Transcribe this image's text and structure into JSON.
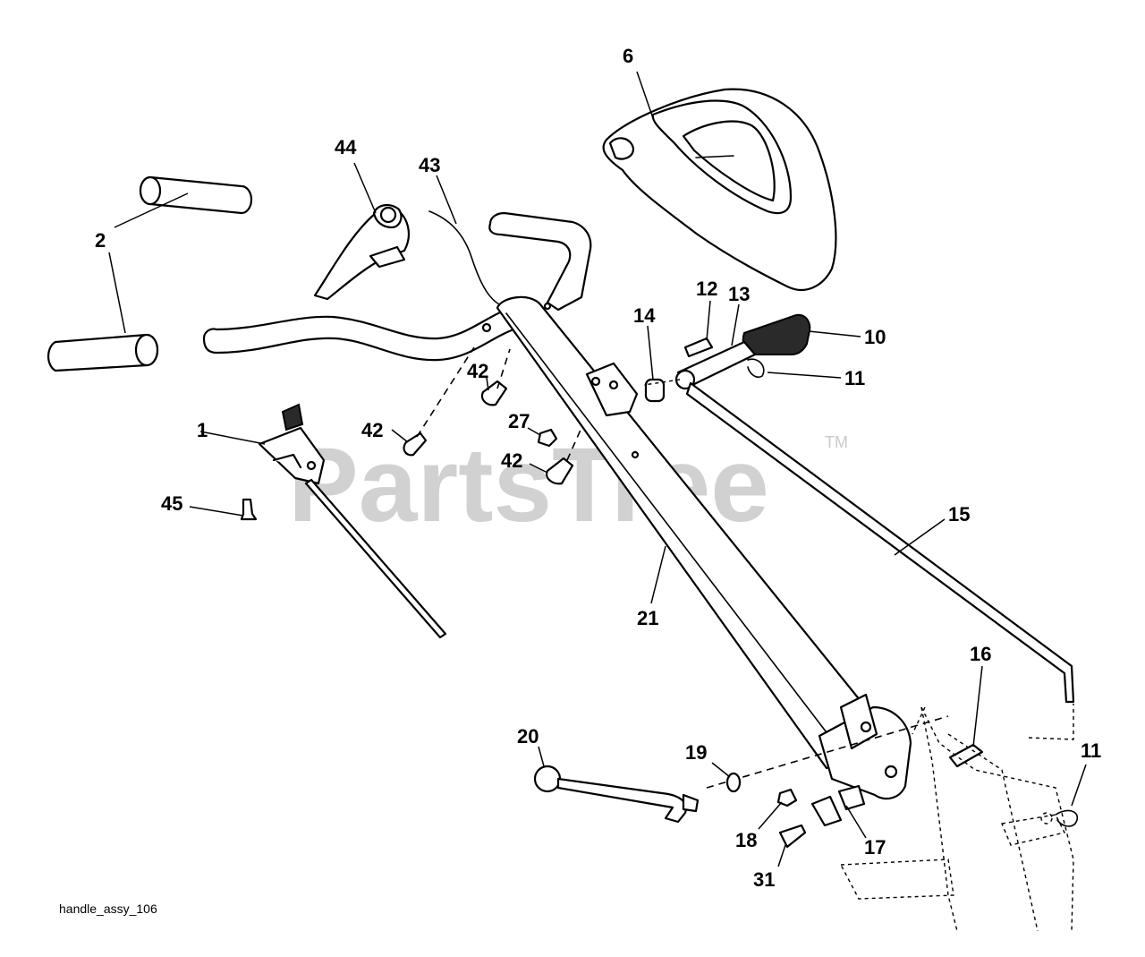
{
  "watermark": {
    "text": "PartsTree",
    "mark": "TM"
  },
  "figure_id": "handle_assy_106",
  "callouts": {
    "c1": "1",
    "c2": "2",
    "c6": "6",
    "c10": "10",
    "c11a": "11",
    "c11b": "11",
    "c12": "12",
    "c13": "13",
    "c14": "14",
    "c15": "15",
    "c16": "16",
    "c17": "17",
    "c18": "18",
    "c19": "19",
    "c20": "20",
    "c21": "21",
    "c27": "27",
    "c31": "31",
    "c42a": "42",
    "c42b": "42",
    "c42c": "42",
    "c43": "43",
    "c44": "44",
    "c45": "45"
  },
  "colors": {
    "line": "#000000",
    "watermark": "#c9c9c9",
    "grip": "#2a2a2a"
  }
}
